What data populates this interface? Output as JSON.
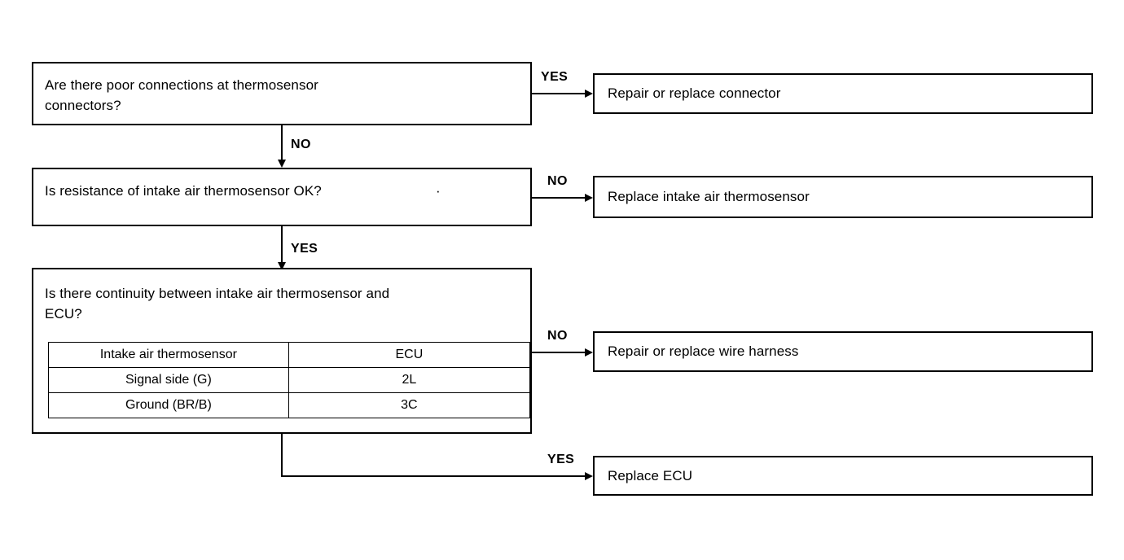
{
  "diagram": {
    "title": "Intake air thermosensor troubleshooting flowchart",
    "type": "decision-flowchart",
    "ink_color": "#000000",
    "background_color": "#ffffff"
  },
  "questions": [
    {
      "id": "q1",
      "text": "Are there poor connections at thermosensor\nconnectors?"
    },
    {
      "id": "q2",
      "text": "Is resistance of intake air thermosensor OK?",
      "trailing_mark": "·"
    },
    {
      "id": "q3",
      "text": "Is there continuity between intake air thermosensor and\nECU?"
    }
  ],
  "actions": [
    {
      "id": "a1",
      "text": "Repair or replace connector"
    },
    {
      "id": "a2",
      "text": "Replace intake air thermosensor"
    },
    {
      "id": "a3",
      "text": "Repair or replace wire harness"
    },
    {
      "id": "a4",
      "text": "Replace ECU"
    }
  ],
  "branch_labels": {
    "q1_to_a1": "YES",
    "q1_to_q2": "NO",
    "q2_to_a2": "NO",
    "q2_to_q3": "YES",
    "q3_to_a3": "NO",
    "q3_to_a4": "YES"
  },
  "continuity_table": {
    "header": [
      "Intake air thermosensor",
      "ECU"
    ],
    "rows": [
      [
        "Signal side (G)",
        "2L"
      ],
      [
        "Ground (BR/B)",
        "3C"
      ]
    ]
  }
}
